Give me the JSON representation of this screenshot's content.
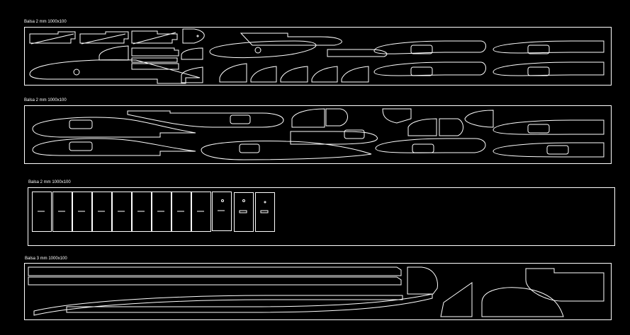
{
  "sheets": [
    {
      "label": "Balsa 2 mm 1000x100"
    },
    {
      "label": "Balsa 2 mm 1000x100"
    },
    {
      "label": "Balsa 2 mm 1000x100"
    },
    {
      "label": "Balsa 3 mm 1000x100"
    }
  ],
  "colors": {
    "background": "#000000",
    "stroke": "#ffffff"
  }
}
